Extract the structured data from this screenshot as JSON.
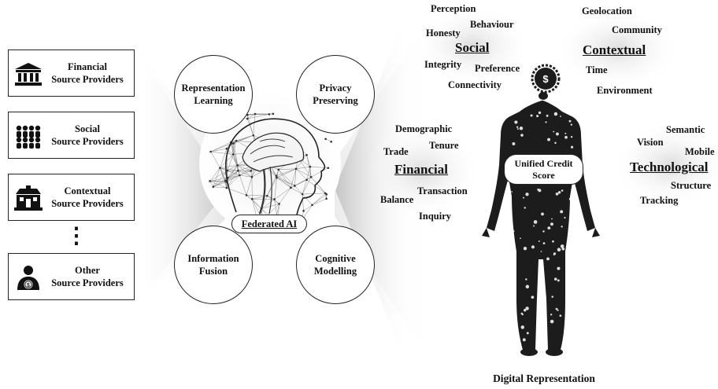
{
  "providers": [
    {
      "line1": "Financial",
      "line2": "Source Providers",
      "icon": "bank-icon"
    },
    {
      "line1": "Social",
      "line2": "Source Providers",
      "icon": "people-group-icon"
    },
    {
      "line1": "Contextual",
      "line2": "Source Providers",
      "icon": "storefront-icon"
    },
    {
      "line1": "Other",
      "line2": "Source Providers",
      "icon": "person-coin-icon"
    }
  ],
  "ellipsis": "⋮",
  "federated": {
    "label": "Federated AI",
    "bubbles": [
      {
        "line1": "Representation",
        "line2": "Learning"
      },
      {
        "line1": "Privacy",
        "line2": "Preserving"
      },
      {
        "line1": "Information",
        "line2": "Fusion"
      },
      {
        "line1": "Cognitive",
        "line2": "Modelling"
      }
    ]
  },
  "digital": {
    "caption": "Digital Representation",
    "score": {
      "line1": "Unified Credit",
      "line2": "Score"
    },
    "categories": {
      "social": {
        "title": "Social",
        "terms": [
          "Perception",
          "Behaviour",
          "Honesty",
          "Integrity",
          "Preference",
          "Connectivity"
        ]
      },
      "contextual": {
        "title": "Contextual",
        "terms": [
          "Geolocation",
          "Community",
          "Time",
          "Environment"
        ]
      },
      "financial": {
        "title": "Financial",
        "terms": [
          "Demographic",
          "Tenure",
          "Trade",
          "Transaction",
          "Balance",
          "Inquiry"
        ]
      },
      "technological": {
        "title": "Technological",
        "terms": [
          "Semantic",
          "Vision",
          "Mobile",
          "Structure",
          "Tracking"
        ]
      }
    }
  },
  "colors": {
    "ink": "#111111",
    "cloud": "#e6e6e6",
    "funnel": "#cfcfcf"
  }
}
